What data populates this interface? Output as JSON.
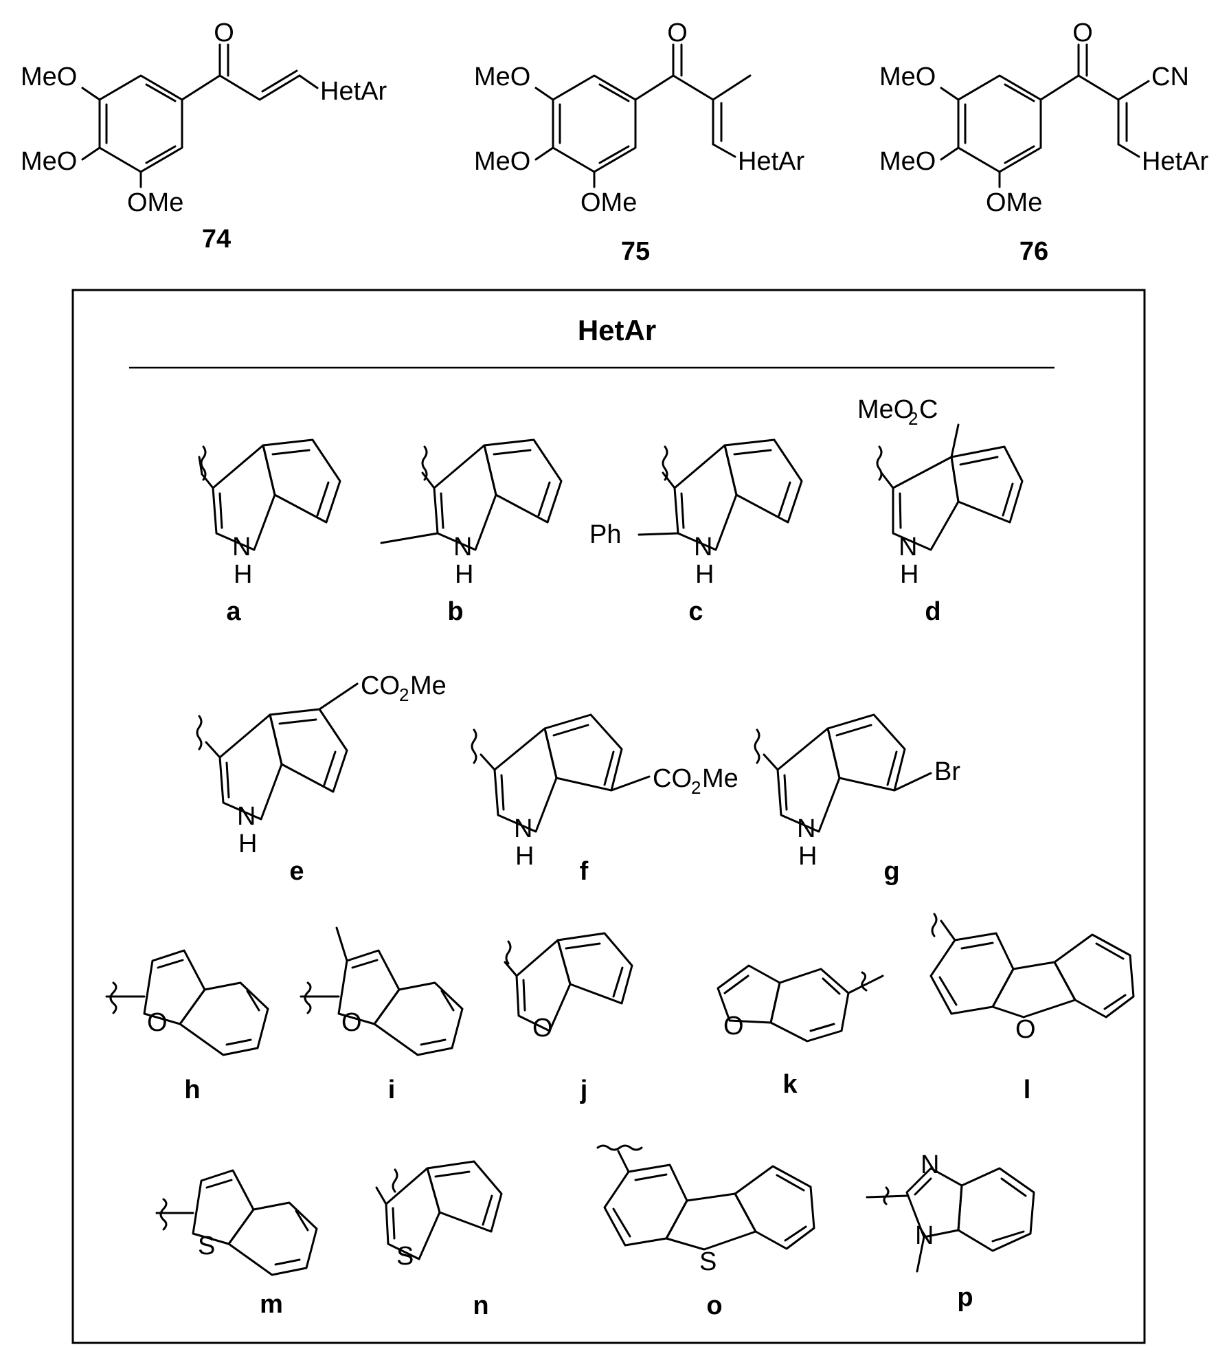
{
  "compounds": [
    {
      "id": "74",
      "substituents": [
        "MeO",
        "MeO",
        "OMe",
        "O",
        "HetAr"
      ]
    },
    {
      "id": "75",
      "substituents": [
        "MeO",
        "MeO",
        "OMe",
        "O",
        "HetAr"
      ]
    },
    {
      "id": "76",
      "substituents": [
        "MeO",
        "MeO",
        "OMe",
        "O",
        "CN",
        "HetAr"
      ]
    }
  ],
  "panel": {
    "title": "HetAr",
    "entries": [
      {
        "label": "a",
        "atoms": [
          "N",
          "H"
        ]
      },
      {
        "label": "b",
        "atoms": [
          "N",
          "H"
        ]
      },
      {
        "label": "c",
        "atoms": [
          "Ph",
          "N",
          "H"
        ]
      },
      {
        "label": "d",
        "atoms": [
          "MeO",
          "2",
          "C",
          "N",
          "H"
        ]
      },
      {
        "label": "e",
        "atoms": [
          "CO",
          "2",
          "Me",
          "N",
          "H"
        ]
      },
      {
        "label": "f",
        "atoms": [
          "CO",
          "2",
          "Me",
          "N",
          "H"
        ]
      },
      {
        "label": "g",
        "atoms": [
          "Br",
          "N",
          "H"
        ]
      },
      {
        "label": "h",
        "atoms": [
          "O"
        ]
      },
      {
        "label": "i",
        "atoms": [
          "O"
        ]
      },
      {
        "label": "j",
        "atoms": [
          "O"
        ]
      },
      {
        "label": "k",
        "atoms": [
          "O"
        ]
      },
      {
        "label": "l",
        "atoms": [
          "O"
        ]
      },
      {
        "label": "m",
        "atoms": [
          "S"
        ]
      },
      {
        "label": "n",
        "atoms": [
          "S"
        ]
      },
      {
        "label": "o",
        "atoms": [
          "S"
        ]
      },
      {
        "label": "p",
        "atoms": [
          "N",
          "N"
        ]
      }
    ]
  }
}
